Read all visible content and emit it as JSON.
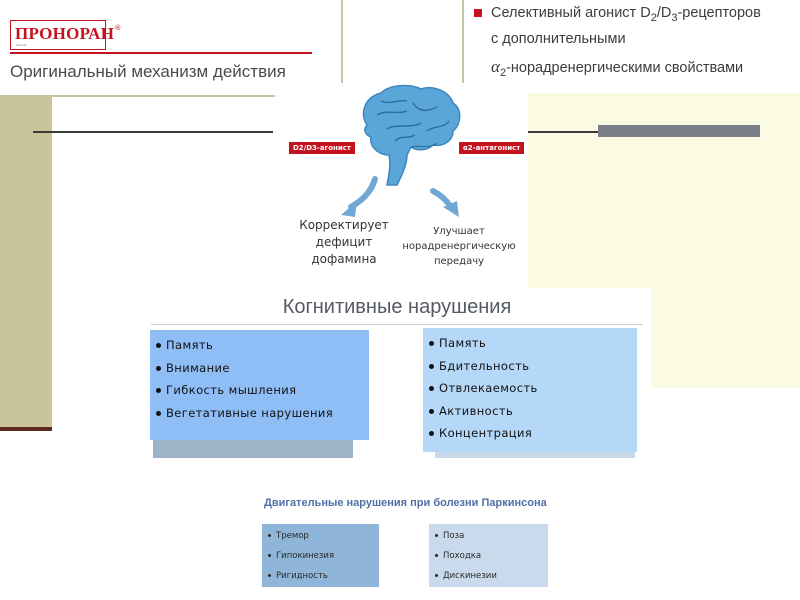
{
  "header": {
    "logo_text": "ПРОНОРАН",
    "logo_mark": "®",
    "logo_subtext": "Servier",
    "title": "Оригинальный механизм действия",
    "summary_line1": "Селективный агонист D",
    "summary_sub1": "2",
    "summary_slash": "/D",
    "summary_sub2": "3",
    "summary_line1_end": "-рецепторов",
    "summary_line2": "с дополнительными",
    "summary_alpha": "α",
    "summary_alpha_sub": "2",
    "summary_line3_end": "-норадренергическими свойствами"
  },
  "mechanism": {
    "left_label": "D2/D3-агонист",
    "right_label": "α2-антагонист",
    "left_effect": [
      "Корректирует",
      "дефицит",
      "дофамина"
    ],
    "right_effect": [
      "Улучшает",
      "норадренергическую",
      "передачу"
    ]
  },
  "cognitive": {
    "title": "Когнитивные нарушения",
    "left_items": [
      "Память",
      "Внимание",
      "Гибкость мышления",
      "Вегетативные нарушения"
    ],
    "right_items": [
      "Память",
      "Бдительность",
      "Отвлекаемость",
      "Активность",
      "Концентрация"
    ]
  },
  "motor": {
    "title": "Двигательные нарушения при болезни Паркинсона",
    "left_items": [
      "Тремор",
      "Гипокинезия",
      "Ригидность"
    ],
    "right_items": [
      "Поза",
      "Походка",
      "Дискинезии"
    ]
  },
  "colors": {
    "accent_red": "#c4121f",
    "olive": "#c9c49a",
    "cream": "#fbfae3",
    "brain_blue": "#5ba6d9",
    "cog_left_box": "#8fbef7",
    "cog_right_box": "#b6d8f8",
    "motor_left_box": "#8fb5d9",
    "motor_right_box": "#c8daec"
  }
}
